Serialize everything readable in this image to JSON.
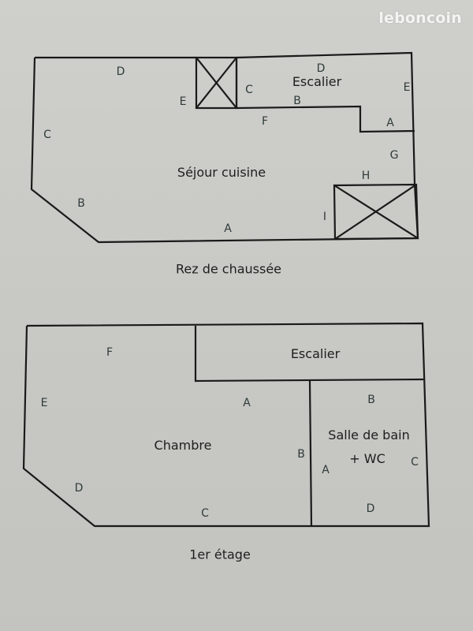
{
  "watermark": "leboncoin",
  "floors": [
    {
      "caption": "Rez de chaussée",
      "rooms": {
        "main": "Séjour cuisine",
        "stairs": "Escalier"
      },
      "wall_labels": {
        "main_D": "D",
        "main_E": "E",
        "main_C": "C",
        "main_B": "B",
        "main_A": "A",
        "main_F": "F",
        "main_G": "G",
        "main_H": "H",
        "main_I": "I",
        "stairs_D": "D",
        "stairs_C": "C",
        "stairs_B": "B",
        "stairs_E": "E",
        "stairs_A": "A"
      }
    },
    {
      "caption": "1er étage",
      "rooms": {
        "bedroom": "Chambre",
        "stairs": "Escalier",
        "bath_line1": "Salle de bain",
        "bath_line2": "+ WC"
      },
      "wall_labels": {
        "bed_F": "F",
        "bed_E": "E",
        "bed_A": "A",
        "bed_D": "D",
        "bed_C": "C",
        "bed_B": "B",
        "bath_B": "B",
        "bath_A": "A",
        "bath_C": "C",
        "bath_D": "D"
      }
    }
  ],
  "colors": {
    "line": "#1a1a1a",
    "paper": "#c9c9c5",
    "label": "#2e3b3a"
  }
}
